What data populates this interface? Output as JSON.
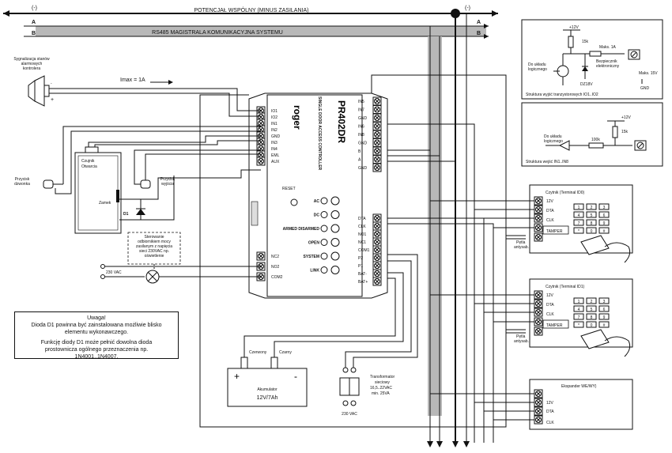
{
  "buses": {
    "common_label": "POTENCJAŁ WSPÓLNY (MINUS ZASILANIA)",
    "minus_left": "(-)",
    "minus_right": "(-)",
    "rs485_label": "RS485 MAGISTRALA KOMUNIKACYJNA SYSTEMU",
    "line_a": "A",
    "line_b": "B"
  },
  "siren": {
    "label_l1": "Sygnalizacja stanów",
    "label_l2": "alarmowych",
    "label_l3": "kontrolera",
    "plus": "+",
    "minus": "-",
    "imax": "Imax = 1A"
  },
  "door": {
    "sensor_l1": "Czujnik",
    "sensor_l2": "Otwarcia",
    "lock": "Zamek",
    "diode": "D1",
    "bell_l1": "Przycisk",
    "bell_l2": "dzwonka",
    "exit_l1": "Przycisk",
    "exit_l2": "wyjścia"
  },
  "controller": {
    "brand": "roger",
    "model": "PR402DR",
    "subtitle": "SINGLE DOOR ACCESS CONTROLLER",
    "reset": "RESET",
    "left_terminals": [
      "IO1",
      "IO2",
      "IN1",
      "IN2",
      "GND",
      "IN3",
      "IN4",
      "EML",
      "AUX"
    ],
    "bottom_left_terminals": [
      "NC2",
      "NO2",
      "COM2"
    ],
    "right_top_terminals": [
      "IN5",
      "IN7",
      "GND",
      "IN6",
      "IN8",
      "GND",
      "B",
      "A",
      "GND"
    ],
    "right_bottom_terminals": [
      "DTA",
      "CLK",
      "NO1",
      "NC1",
      "COM1",
      "P2",
      "P1",
      "BAT-",
      "BAT+"
    ],
    "leds": [
      {
        "label": "AC",
        "icon": "plug-icon"
      },
      {
        "label": "DC",
        "icon": "power-icon"
      },
      {
        "label": "ARMED DISARMED",
        "icon": "arm-icon"
      },
      {
        "label": "OPEN",
        "icon": "unlock-icon"
      },
      {
        "label": "SYSTEM",
        "icon": "gear-icon"
      },
      {
        "label": "LINK",
        "icon": "link-icon"
      }
    ]
  },
  "insets": {
    "output_v": "+12V",
    "output_r": "15k",
    "output_fuse_l1": "Maks. 1A",
    "output_fuse_l2": "Bezpiecznik",
    "output_fuse_l3": "elektroniczny",
    "output_logic_l1": "Do układu",
    "output_logic_l2": "logicznego",
    "output_zener": "DZ18V",
    "output_max": "Maks. 15V",
    "output_gnd": "GND",
    "output_caption": "Struktura wyjść tranzystorowych IO1..IO2",
    "input_v": "+12V",
    "input_r": "15k",
    "input_r2": "100k",
    "input_logic_l1": "Do układu",
    "input_logic_l2": "logicznego",
    "input_caption": "Struktura wejść IN1..IN8"
  },
  "readers": [
    {
      "title": "Czytnik (Terminal ID0)",
      "pins": [
        "12V",
        "DTA",
        "CLK",
        "TAMPER"
      ],
      "loop_l1": "Pętla",
      "loop_l2": "antysab."
    },
    {
      "title": "Czytnik (Terminal ID1)",
      "pins": [
        "12V",
        "DTA",
        "CLK",
        "TAMPER"
      ],
      "loop_l1": "Pętla",
      "loop_l2": "antysab."
    }
  ],
  "keypad_keys": [
    "1",
    "2",
    "3",
    "4",
    "5",
    "6",
    "7",
    "8",
    "9",
    "*",
    "0",
    "#"
  ],
  "expander": {
    "title": "Ekspander WE/WY)",
    "pins": [
      "12V",
      "DTA",
      "CLK"
    ]
  },
  "relay_note": {
    "l1": "Sterowanie",
    "l2": "odbiornikiem mocy",
    "l3": "zasilanym z napięcia",
    "l4": "sieci 230VAC np.",
    "l5": "oświetlenie"
  },
  "mains": "230 VAC",
  "battery": {
    "red": "Czerwony",
    "black": "Czarny",
    "label": "Akumulator",
    "value": "12V/7Ah",
    "plus": "+",
    "minus": "-"
  },
  "transformer": {
    "l1": "Transformator",
    "l2": "sieciowy",
    "l3": "16,5..22VAC",
    "l4": "min. 25VA",
    "mains": "230 VAC"
  },
  "warning": {
    "title": "Uwaga!",
    "line1": "Dioda D1 powinna być zainstalowana możliwie blisko",
    "line2": "elementu wykonawczego.",
    "line3": "Funkcję diody D1 może pełnić dowolna dioda",
    "line4": "prostownicza ogólnego przeznaczenia np.",
    "line5": "1N4001..1N4007."
  }
}
